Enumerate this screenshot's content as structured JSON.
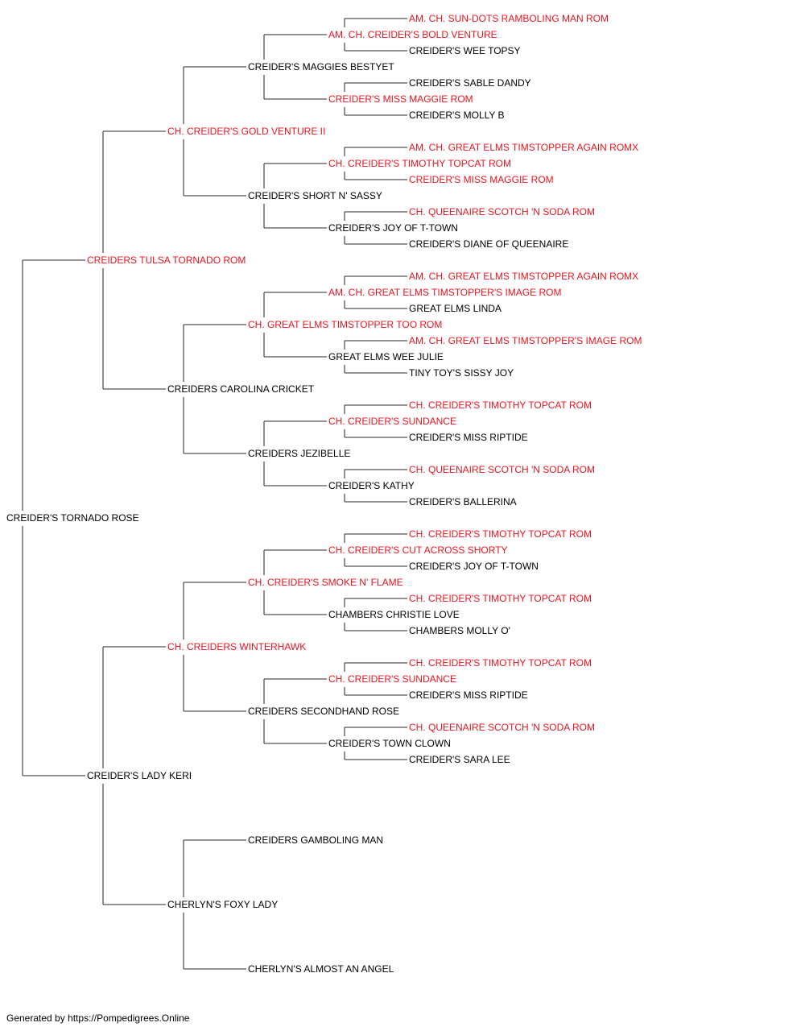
{
  "colors": {
    "titled": "#e8141e",
    "untitled": "#000000",
    "lines": "#555555"
  },
  "pedigree": {
    "name": "CREIDER'S TORNADO ROSE",
    "titled": false,
    "sire": {
      "name": "CREIDERS TULSA TORNADO ROM",
      "titled": true,
      "sire": {
        "name": "CH. CREIDER'S GOLD VENTURE II",
        "titled": true,
        "sire": {
          "name": "CREIDER'S MAGGIES BESTYET",
          "titled": false,
          "sire": {
            "name": "AM. CH. CREIDER'S BOLD VENTURE",
            "titled": true,
            "sire": {
              "name": "AM. CH. SUN-DOTS RAMBOLING MAN ROM",
              "titled": true
            },
            "dam": {
              "name": "CREIDER'S WEE TOPSY",
              "titled": false
            }
          },
          "dam": {
            "name": "CREIDER'S MISS MAGGIE ROM",
            "titled": true,
            "sire": {
              "name": "CREIDER'S SABLE DANDY",
              "titled": false
            },
            "dam": {
              "name": "CREIDER'S MOLLY B",
              "titled": false
            }
          }
        },
        "dam": {
          "name": "CREIDER'S SHORT N' SASSY",
          "titled": false,
          "sire": {
            "name": "CH. CREIDER'S TIMOTHY TOPCAT ROM",
            "titled": true,
            "sire": {
              "name": "AM. CH. GREAT ELMS TIMSTOPPER AGAIN ROMX",
              "titled": true
            },
            "dam": {
              "name": "CREIDER'S MISS MAGGIE ROM",
              "titled": true
            }
          },
          "dam": {
            "name": "CREIDER'S JOY OF T-TOWN",
            "titled": false,
            "sire": {
              "name": "CH. QUEENAIRE SCOTCH 'N SODA ROM",
              "titled": true
            },
            "dam": {
              "name": "CREIDER'S DIANE OF QUEENAIRE",
              "titled": false
            }
          }
        }
      },
      "dam": {
        "name": "CREIDERS CAROLINA CRICKET",
        "titled": false,
        "sire": {
          "name": "CH. GREAT ELMS TIMSTOPPER TOO ROM",
          "titled": true,
          "sire": {
            "name": "AM. CH. GREAT ELMS TIMSTOPPER'S IMAGE ROM",
            "titled": true,
            "sire": {
              "name": "AM. CH. GREAT ELMS TIMSTOPPER AGAIN ROMX",
              "titled": true
            },
            "dam": {
              "name": "GREAT ELMS LINDA",
              "titled": false
            }
          },
          "dam": {
            "name": "GREAT ELMS WEE JULIE",
            "titled": false,
            "sire": {
              "name": "AM. CH. GREAT ELMS TIMSTOPPER'S IMAGE ROM",
              "titled": true
            },
            "dam": {
              "name": "TINY TOY'S SISSY JOY",
              "titled": false
            }
          }
        },
        "dam": {
          "name": "CREIDERS JEZIBELLE",
          "titled": false,
          "sire": {
            "name": "CH. CREIDER'S SUNDANCE",
            "titled": true,
            "sire": {
              "name": "CH. CREIDER'S TIMOTHY TOPCAT ROM",
              "titled": true
            },
            "dam": {
              "name": "CREIDER'S MISS RIPTIDE",
              "titled": false
            }
          },
          "dam": {
            "name": "CREIDER'S KATHY",
            "titled": false,
            "sire": {
              "name": "CH. QUEENAIRE SCOTCH 'N SODA ROM",
              "titled": true
            },
            "dam": {
              "name": "CREIDER'S BALLERINA",
              "titled": false
            }
          }
        }
      }
    },
    "dam": {
      "name": "CREIDER'S LADY KERI",
      "titled": false,
      "sire": {
        "name": "CH. CREIDERS WINTERHAWK",
        "titled": true,
        "sire": {
          "name": "CH. CREIDER'S SMOKE N' FLAME",
          "titled": true,
          "sire": {
            "name": "CH. CREIDER'S CUT ACROSS SHORTY",
            "titled": true,
            "sire": {
              "name": "CH. CREIDER'S TIMOTHY TOPCAT ROM",
              "titled": true
            },
            "dam": {
              "name": "CREIDER'S JOY OF T-TOWN",
              "titled": false
            }
          },
          "dam": {
            "name": "CHAMBERS CHRISTIE LOVE",
            "titled": false,
            "sire": {
              "name": "CH. CREIDER'S TIMOTHY TOPCAT ROM",
              "titled": true
            },
            "dam": {
              "name": "CHAMBERS MOLLY O'",
              "titled": false
            }
          }
        },
        "dam": {
          "name": "CREIDERS SECONDHAND ROSE",
          "titled": false,
          "sire": {
            "name": "CH. CREIDER'S SUNDANCE",
            "titled": true,
            "sire": {
              "name": "CH. CREIDER'S TIMOTHY TOPCAT ROM",
              "titled": true
            },
            "dam": {
              "name": "CREIDER'S MISS RIPTIDE",
              "titled": false
            }
          },
          "dam": {
            "name": "CREIDER'S TOWN CLOWN",
            "titled": false,
            "sire": {
              "name": "CH. QUEENAIRE SCOTCH 'N SODA ROM",
              "titled": true
            },
            "dam": {
              "name": "CREIDER'S SARA LEE",
              "titled": false
            }
          }
        }
      },
      "dam": {
        "name": "CHERLYN'S FOXY LADY",
        "titled": false,
        "sire": {
          "name": "CREIDERS GAMBOLING MAN",
          "titled": false
        },
        "dam": {
          "name": "CHERLYN'S ALMOST AN ANGEL",
          "titled": false
        }
      }
    }
  },
  "footer": {
    "text": "Generated by https://Pompedigrees.Online"
  }
}
